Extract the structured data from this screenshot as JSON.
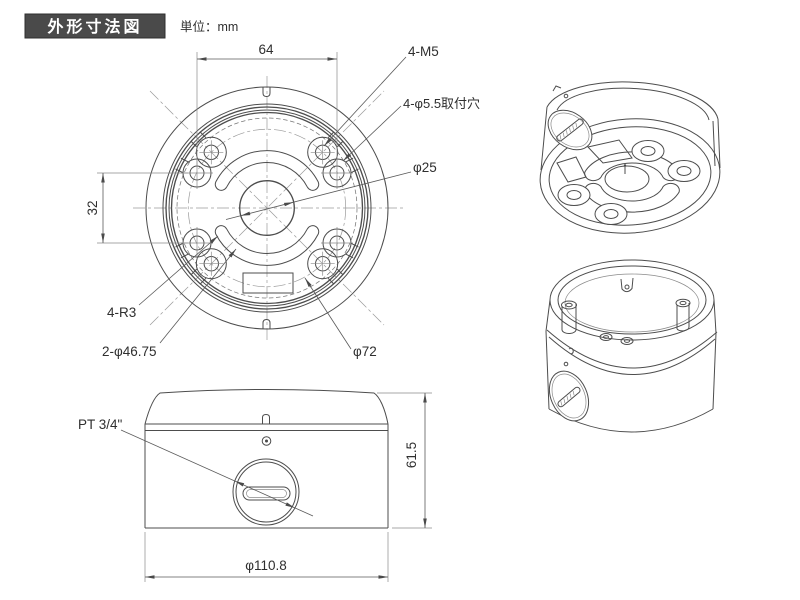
{
  "header": {
    "title": "外形寸法図",
    "unit_label": "単位：mm"
  },
  "top_view": {
    "width_dim": "64",
    "height_dim": "32",
    "screw_holes_label": "4-M5",
    "mount_holes_label": "4-φ5.5取付穴",
    "center_hole_label": "φ25",
    "fillet_label": "4-R3",
    "slot_label": "2-φ46.75",
    "bolt_circle_label": "φ72"
  },
  "front_view": {
    "conduit_label": "PT 3/4\"",
    "height_dim": "61.5",
    "diameter_dim": "φ110.8"
  },
  "colors": {
    "background": "#ffffff",
    "line": "#4d4d4d",
    "dimension": "#5a5a5a",
    "header_bg": "#4a4a4a",
    "header_text": "#ffffff"
  }
}
